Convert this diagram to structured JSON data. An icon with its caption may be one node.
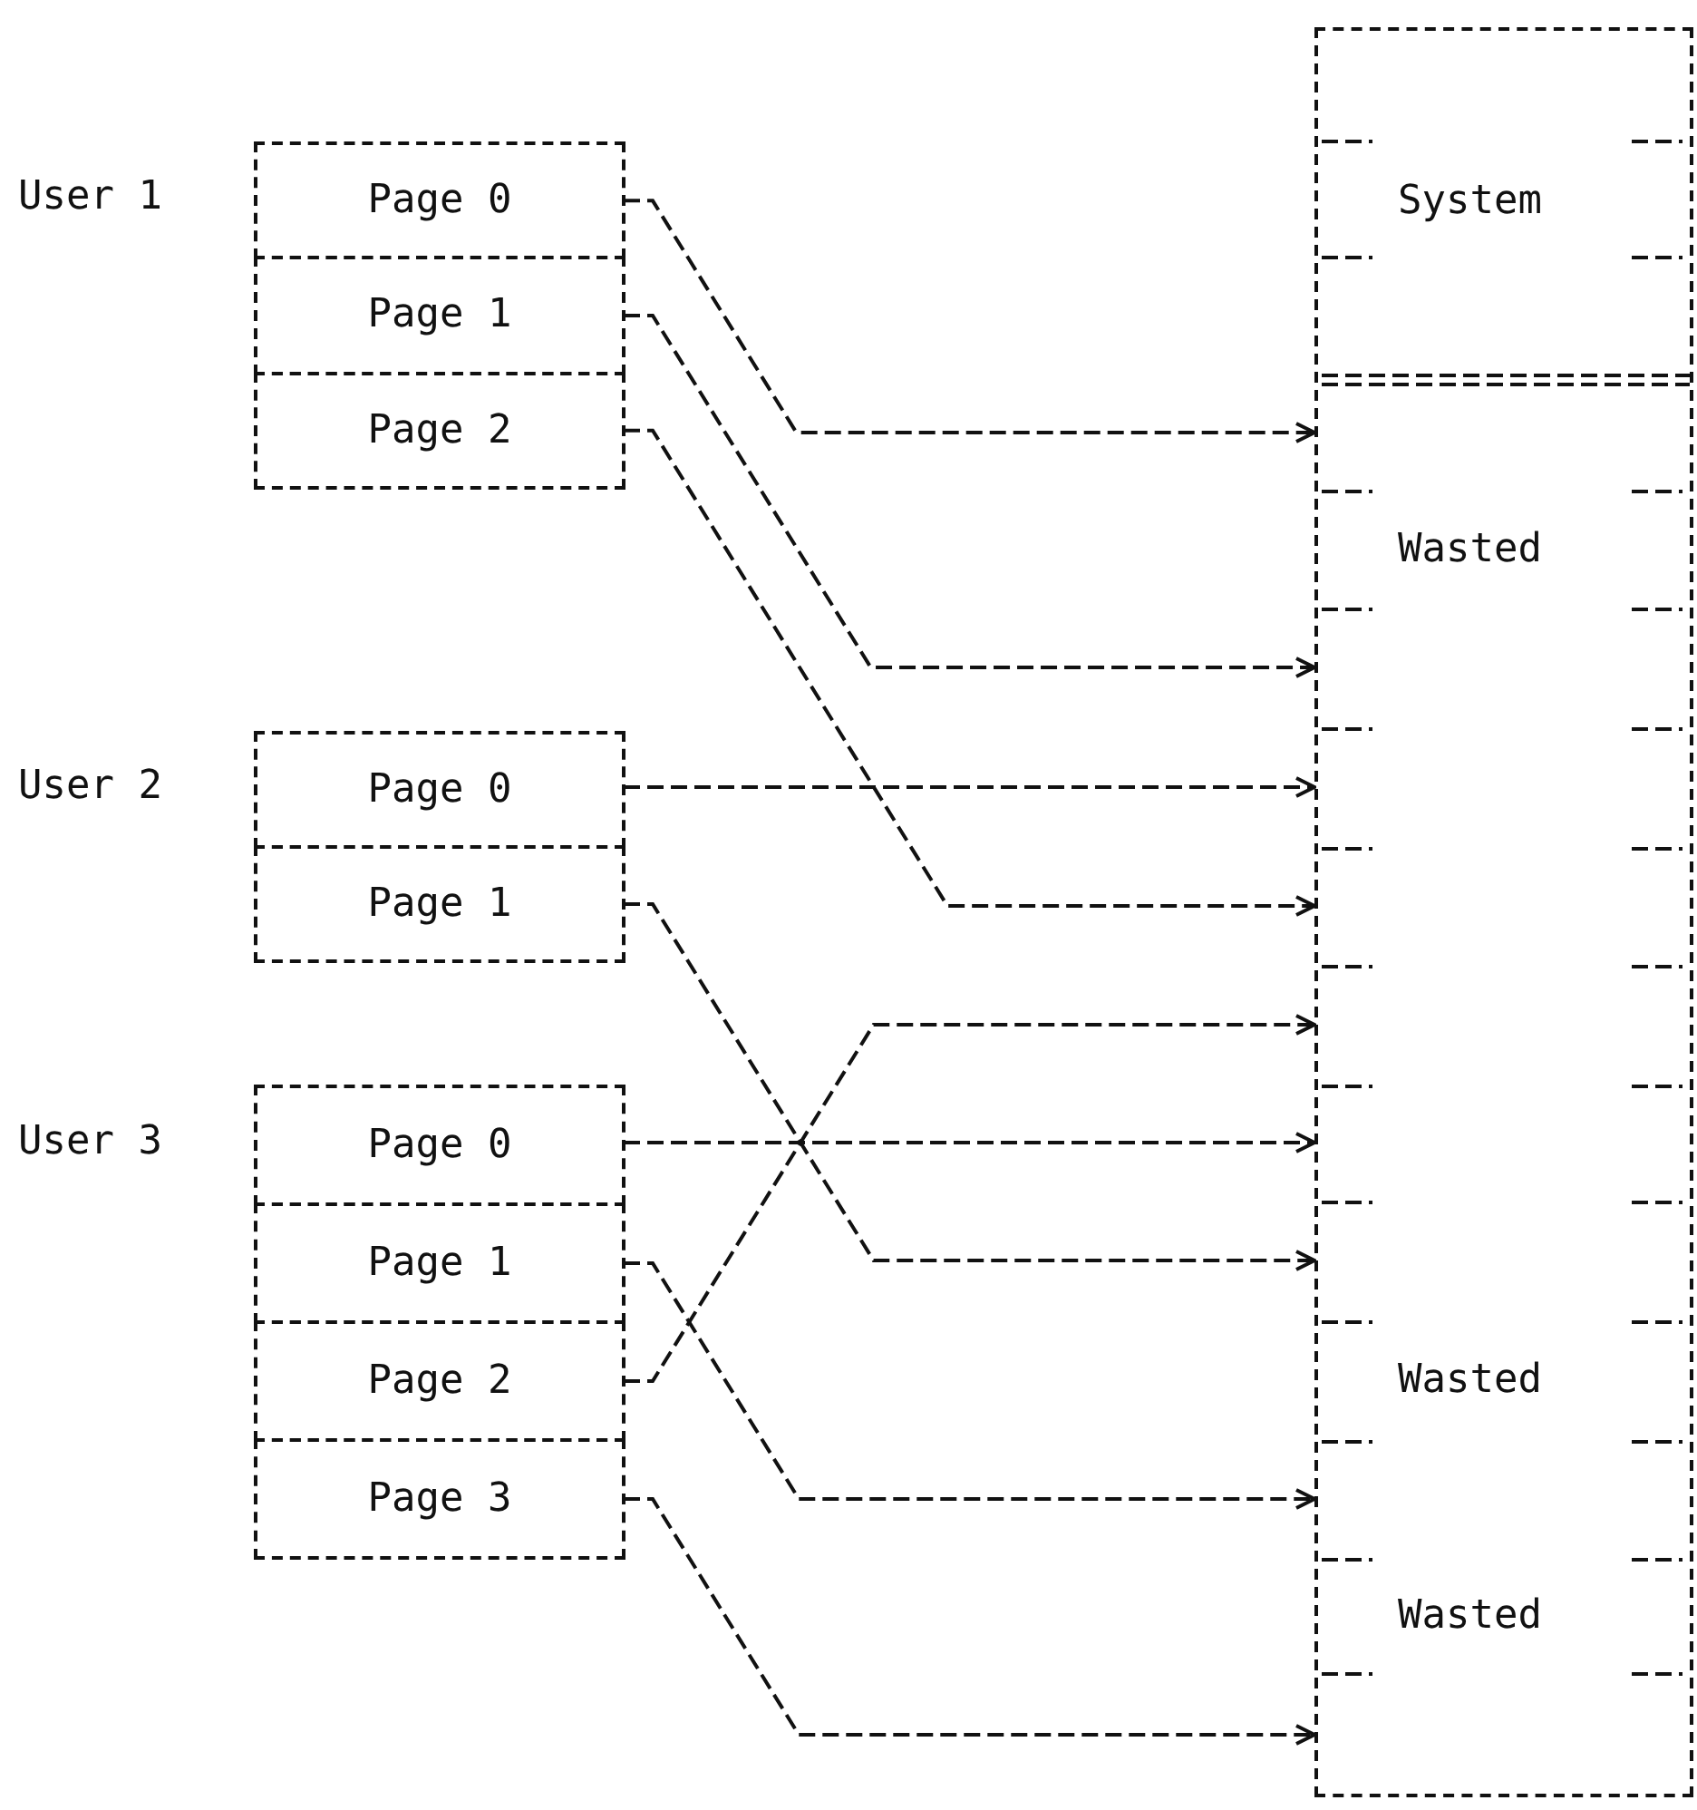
{
  "diagram": {
    "nodes": [
      {
        "text": [
          "User 1"
        ]
      },
      {
        "text": [
          "Page 0"
        ],
        "in": 0
      },
      {
        "text": [
          "Page 1"
        ],
        "in": 0
      },
      {
        "text": [
          "Page 2"
        ],
        "in": 0
      },
      {
        "text": [
          "User 2"
        ]
      },
      {
        "text": [
          "Page 0"
        ],
        "in": 4
      },
      {
        "text": [
          "Page 1"
        ],
        "in": 4
      },
      {
        "text": [
          "User 3"
        ]
      },
      {
        "text": [
          "Page 0"
        ],
        "in": 7
      },
      {
        "text": [
          "Page 1"
        ],
        "in": 7
      },
      {
        "text": [
          "Page 2"
        ],
        "in": 7
      },
      {
        "text": [
          "Page 3"
        ],
        "in": 7
      },
      {
        "text": [],
        "shape": "box"
      },
      {
        "text": [
          "System"
        ],
        "in": 12
      },
      {
        "text": [],
        "shape": "box",
        "in": 12
      },
      {
        "text": [
          "Wasted"
        ],
        "in": 12
      },
      {
        "text": [],
        "shape": "box",
        "in": 12
      },
      {
        "text": [],
        "shape": "box",
        "in": 12
      },
      {
        "text": [],
        "shape": "box",
        "in": 12
      },
      {
        "text": [],
        "shape": "box",
        "in": 12
      },
      {
        "text": [],
        "shape": "box",
        "in": 12
      },
      {
        "text": [],
        "shape": "box",
        "in": 12
      },
      {
        "text": [
          "Wasted"
        ],
        "in": 12
      },
      {
        "text": [],
        "shape": "box",
        "in": 12
      },
      {
        "text": [
          "Wasted"
        ],
        "in": 12
      },
      {
        "text": [],
        "shape": "box",
        "in": 12
      }
    ],
    "edges": [
      {
        "from": 1,
        "to": 14,
        "arrow": "to"
      },
      {
        "from": 2,
        "to": 16,
        "arrow": "to"
      },
      {
        "from": 3,
        "to": 18,
        "arrow": "to"
      },
      {
        "from": 5,
        "to": 17,
        "arrow": "to"
      },
      {
        "from": 6,
        "to": 21,
        "arrow": "to"
      },
      {
        "from": 8,
        "to": 20,
        "arrow": "to"
      },
      {
        "from": 9,
        "to": 23,
        "arrow": "to"
      },
      {
        "from": 10,
        "to": 19,
        "arrow": "to"
      },
      {
        "from": 11,
        "to": 25,
        "arrow": "to"
      }
    ]
  }
}
